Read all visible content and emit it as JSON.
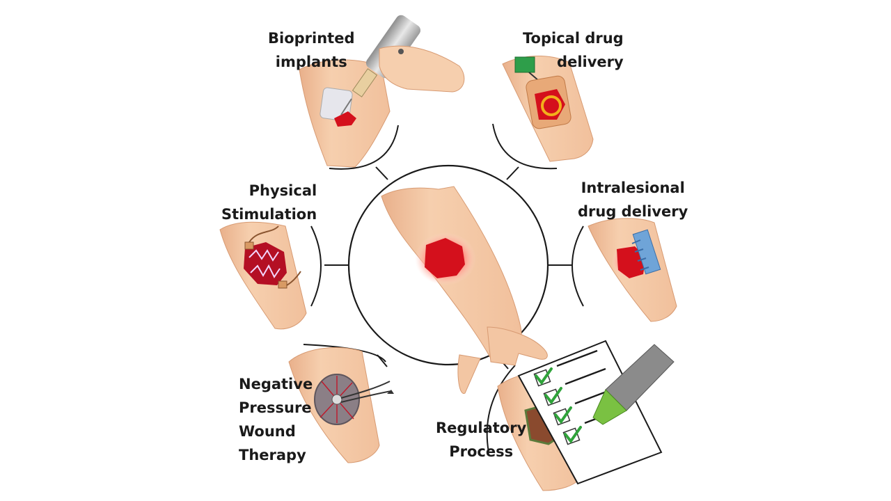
{
  "labels": {
    "bioprinted": [
      "Bioprinted",
      "implants"
    ],
    "topical": [
      "Topical drug",
      "delivery"
    ],
    "physical": [
      "Physical",
      "Stimulation"
    ],
    "intralesional": [
      "Intralesional",
      "drug delivery"
    ],
    "negative_pressure": [
      "Negative",
      "Pressure",
      "Wound",
      "Therapy"
    ],
    "regulatory": [
      "Regulatory",
      "Process"
    ]
  },
  "colors": {
    "skin": "#f4c7a4",
    "skin_shade": "#e8ad86",
    "wound": "#d4101c",
    "wound_glow": "#ff9a86",
    "line": "#1a1a1a",
    "check": "#2fa33a"
  }
}
